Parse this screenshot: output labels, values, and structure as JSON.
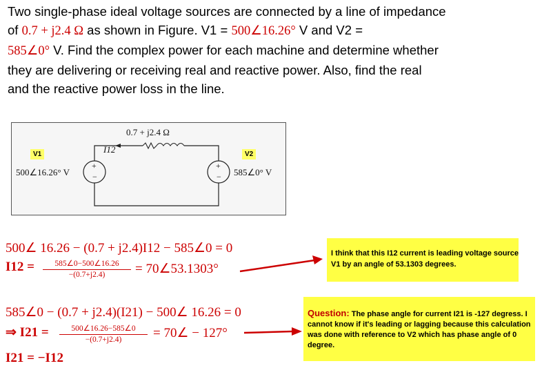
{
  "problem": {
    "t1": "Two single-phase ideal voltage sources are connected by a line of impedance",
    "t2a": "of ",
    "impedance": "0.7 + j2.4 Ω",
    "t2b": " as shown in Figure. V1 = ",
    "v1": "500∠16.26°",
    "t2c": " V and V2 =",
    "v2": "585∠0°",
    "t3": " V. Find the complex power for each machine and determine whether",
    "t4": "they are delivering or receiving real and reactive power. Also, find the real",
    "t5": "and the reactive power loss in the line."
  },
  "figure": {
    "impedance_label": "0.7 + j2.4 Ω",
    "current_label": "I12",
    "v1_tag": "V1",
    "v2_tag": "V2",
    "v1_value": "500∠16.26° V",
    "v2_value": "585∠0° V",
    "plus": "+",
    "minus": "−"
  },
  "equations": {
    "eq1": "500∠ 16.26 − (0.7 + j2.4)I12 − 585∠0 = 0",
    "eq2_lhs": "I12 =",
    "eq2_num": "585∠0−500∠16.26",
    "eq2_den": "−(0.7+j2.4)",
    "eq2_rhs": "= 70∠53.1303°",
    "eq3": "585∠0 − (0.7 + j2.4)(I21) − 500∠ 16.26 = 0",
    "eq4_lhs": "⇒ I21 =",
    "eq4_num": "500∠16.26−585∠0",
    "eq4_den": "−(0.7+j2.4)",
    "eq4_rhs": "= 70∠ − 127°",
    "eq5": "I21 = −I12"
  },
  "notes": {
    "note1": "I think that this I12 current is leading voltage source V1 by an angle of 53.1303 degrees.",
    "note2_label": "Question:",
    "note2": " The phase angle for current I21 is -127 degress. I cannot know if it's leading or lagging because this calculation was done with reference to V2 which has phase angle of 0 degree."
  },
  "colors": {
    "red": "#cc0000",
    "note_bg": "#ffff44"
  }
}
